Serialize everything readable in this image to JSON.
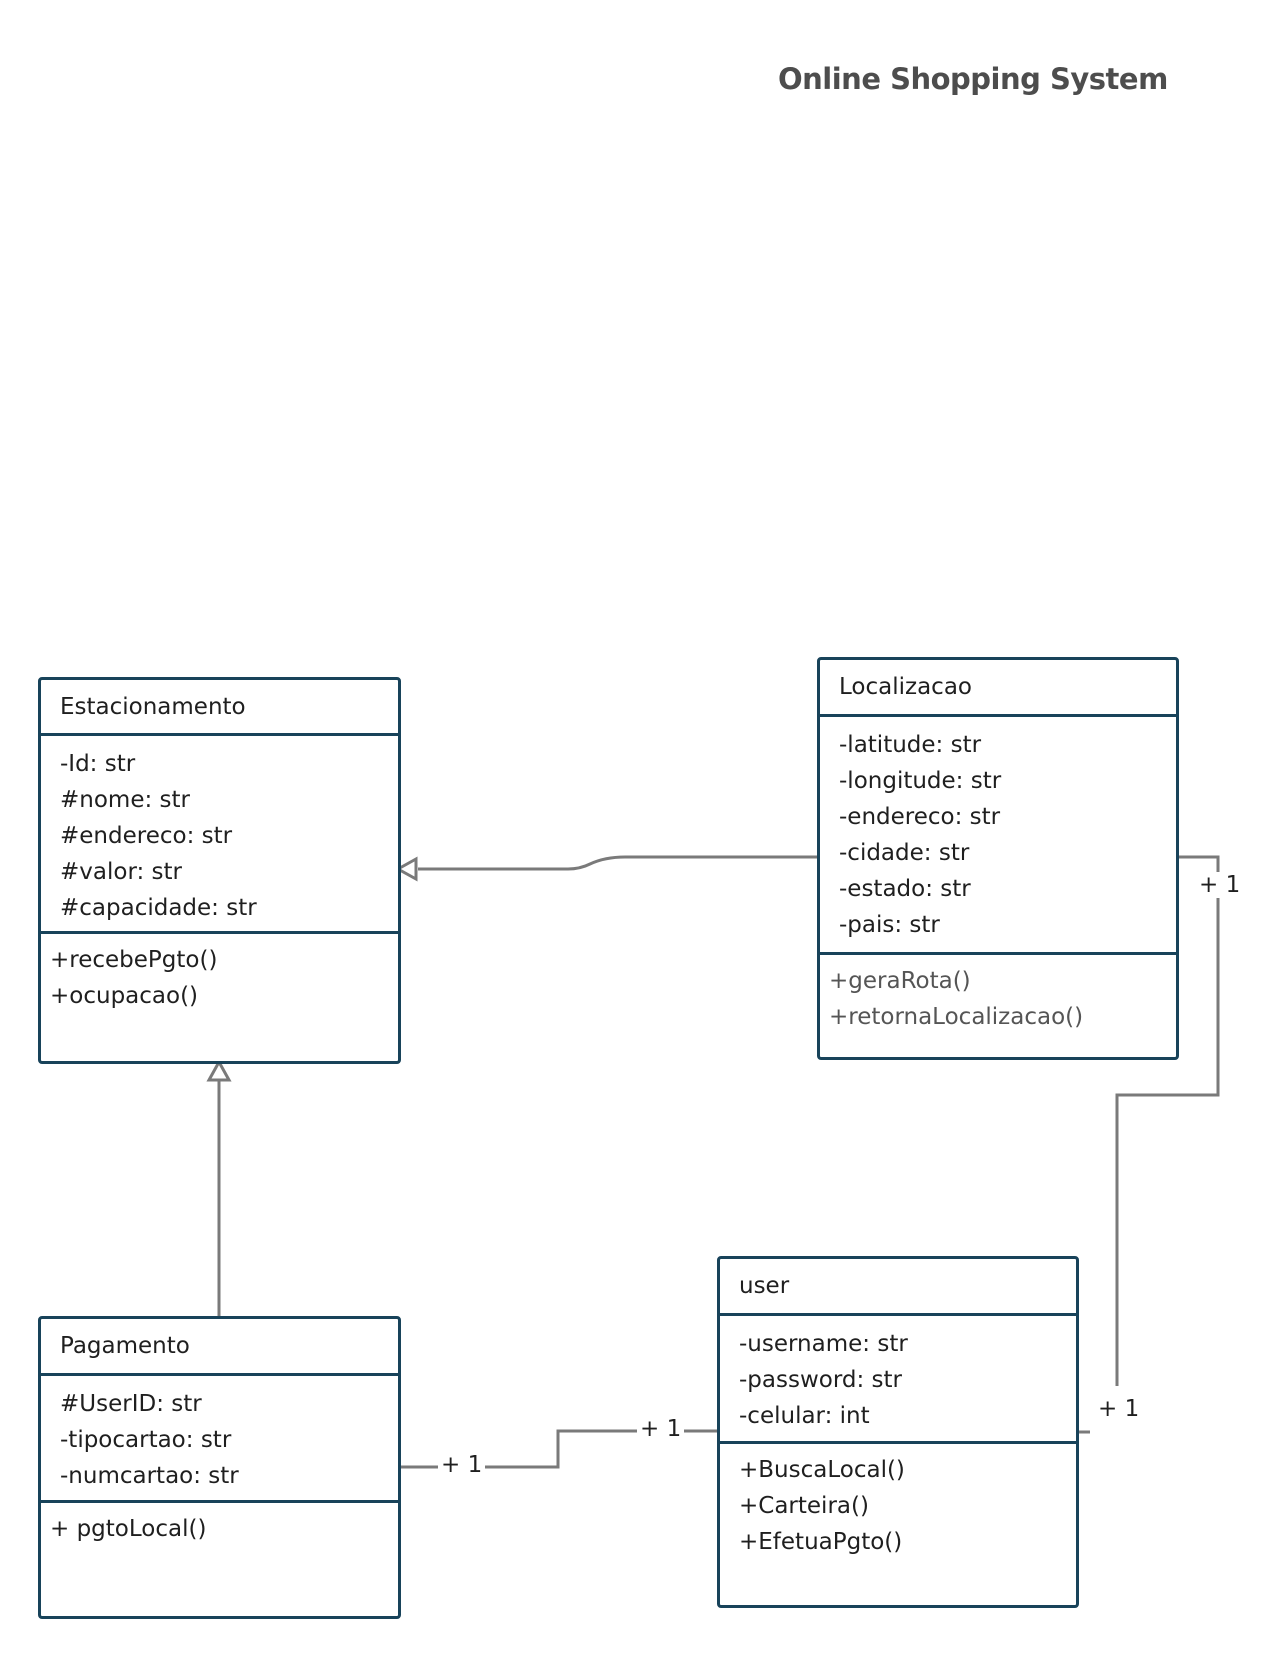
{
  "title": "Online Shopping System",
  "classes": {
    "estacionamento": {
      "name": "Estacionamento",
      "attributes": [
        "-Id: str",
        "#nome: str",
        "#endereco: str",
        "#valor: str",
        "#capacidade: str"
      ],
      "operations": [
        "+recebePgto()",
        "+ocupacao()"
      ]
    },
    "localizacao": {
      "name": "Localizacao",
      "attributes": [
        "-latitude: str",
        "-longitude: str",
        "-endereco: str",
        "-cidade: str",
        "-estado: str",
        "-pais: str"
      ],
      "operations": [
        "+geraRota()",
        "+retornaLocalizacao()"
      ]
    },
    "pagamento": {
      "name": "Pagamento",
      "attributes": [
        "#UserID: str",
        "-tipocartao: str",
        "-numcartao: str"
      ],
      "operations": [
        "+ pgtoLocal()"
      ]
    },
    "user": {
      "name": "user",
      "attributes": [
        "-username: str",
        "-password: str",
        "-celular: int"
      ],
      "operations": [
        "+BuscaLocal()",
        "+Carteira()",
        "+EfetuaPgto()"
      ]
    }
  },
  "multiplicities": {
    "localizacao_user_top": "+ 1",
    "localizacao_user_bottom": "+ 1",
    "pagamento_user_left": "+ 1",
    "pagamento_user_right": "+ 1"
  },
  "colors": {
    "class_border": "#18435a",
    "connector": "#7a7a7a",
    "title": "#4d4d4d"
  }
}
